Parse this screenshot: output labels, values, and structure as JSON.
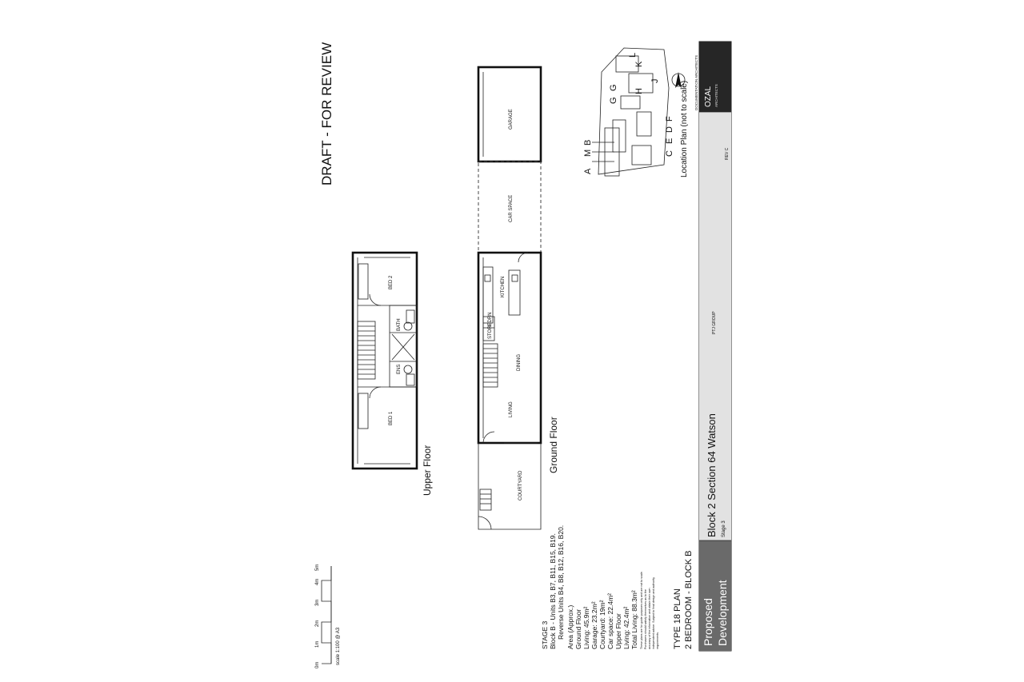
{
  "header": {
    "draft_notice": "DRAFT - FOR REVIEW"
  },
  "plans": {
    "upper_floor_label": "Upper Floor",
    "ground_floor_label": "Ground Floor",
    "rooms_upper": {
      "bed2": "BED 2",
      "bed1": "BED 1",
      "bath": "BATH",
      "ens": "ENS"
    },
    "rooms_ground": {
      "garage": "GARAGE",
      "car_space": "CAR SPACE",
      "kitchen": "KITCHEN",
      "dining": "DINING",
      "living": "LIVING",
      "courtyard": "COURTYARD",
      "store": "STORE",
      "l_drn": "L'DRN"
    }
  },
  "location_plan": {
    "caption": "Location Plan (not to scale)",
    "blocks": [
      "A",
      "M",
      "B",
      "C",
      "E",
      "D",
      "F",
      "G",
      "G",
      "H",
      "J",
      "K",
      "L"
    ]
  },
  "scale": {
    "ticks": [
      "0m",
      "1m",
      "2m",
      "3m",
      "4m",
      "5m"
    ],
    "label": "scale 1:100 @ A3"
  },
  "notes": {
    "lines": [
      "STAGE 3",
      "Block B - Units B3, B7, B11, B15, B19.",
      "Reverse Units B4, B8, B12, B16, B20.",
      "Area (Approx.)",
      "Ground Floor",
      "Living: 45.9m²",
      "Garage: 23.2m²",
      "Courtyard: 19m²",
      "Car space: 22.4m²",
      "Upper Floor",
      "Living: 42.4m²",
      "Total Living: 88.3m²"
    ],
    "disclaimer": [
      "These plans are for guide purposes only and are not to scale.",
      "Purchasers should satisfy themselves as to the",
      "accuracy of the information and obtain their own",
      "independent advice. Subject to final design and authority",
      "requirements."
    ],
    "plan_type": "TYPE 18 PLAN",
    "plan_desc": "2 BEDROOM - BLOCK B"
  },
  "title_block": {
    "project_title": "Block 2 Section 64 Watson",
    "stage": "Stage 3",
    "proposed_line1": "Proposed",
    "proposed_line2": "Development",
    "client": "PTJ GROUP",
    "architect_header": "DOCUMENTATION ARCHITECTS",
    "architect_name": "OZAL",
    "architect_sub": "ARCHITECTS",
    "rev": "REV C"
  }
}
